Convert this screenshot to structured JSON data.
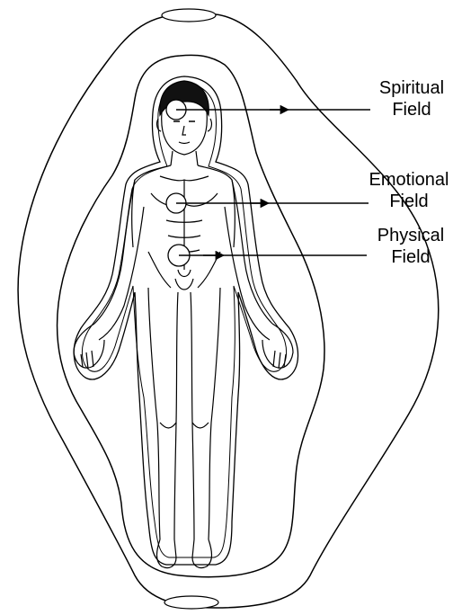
{
  "labels": {
    "spiritual": {
      "line1": "Spiritual",
      "line2": "Field"
    },
    "emotional": {
      "line1": "Emotional",
      "line2": "Field"
    },
    "physical": {
      "line1": "Physical",
      "line2": "Field"
    }
  },
  "colors": {
    "ink": "#000000",
    "background": "#ffffff",
    "hair": "#111111"
  }
}
